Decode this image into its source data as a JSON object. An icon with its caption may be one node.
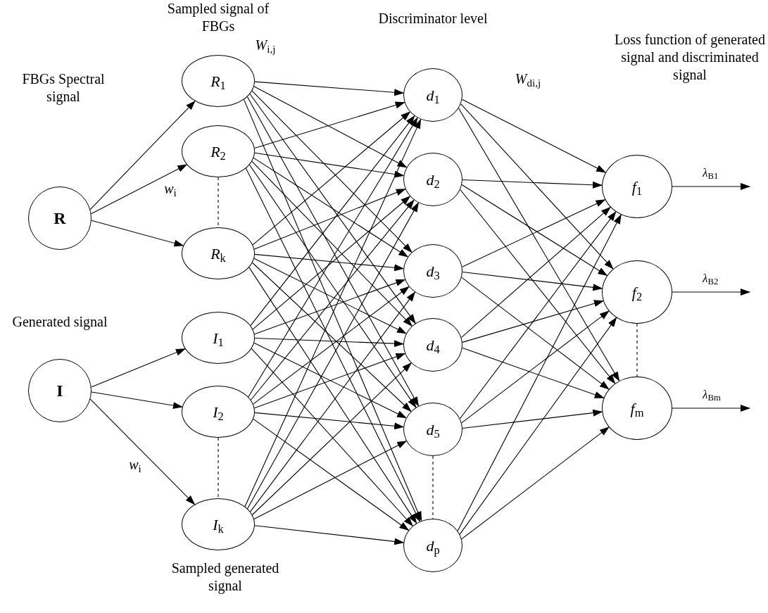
{
  "diagram": {
    "nodes": [
      {
        "text": [
          "R"
        ]
      },
      {
        "text": [
          "I"
        ]
      },
      {
        "text": [
          "*R*$_{1}$"
        ]
      },
      {
        "text": [
          "*R*$_{2}$"
        ]
      },
      {
        "text": [
          "*R*$_{k}$"
        ]
      },
      {
        "text": [
          "*I*$_{1}$"
        ]
      },
      {
        "text": [
          "*I*$_{2}$"
        ]
      },
      {
        "text": [
          "*I*$_{k}$"
        ]
      },
      {
        "text": [
          "*d*$_{1}$"
        ]
      },
      {
        "text": [
          "*d*$_{2}$"
        ]
      },
      {
        "text": [
          "*d*$_{3}$"
        ]
      },
      {
        "text": [
          "*d*$_{4}$"
        ]
      },
      {
        "text": [
          "*d*$_{5}$"
        ]
      },
      {
        "text": [
          "*d*$_{p}$"
        ]
      },
      {
        "text": [
          "*f*$_{1}$"
        ]
      },
      {
        "text": [
          "*f*$_{2}$"
        ]
      },
      {
        "text": [
          "*f*$_{m}$"
        ]
      }
    ],
    "edges": [
      {
        "from": 0,
        "to": 2,
        "arrow": "to"
      },
      {
        "from": 0,
        "to": 3,
        "arrow": "to"
      },
      {
        "from": 0,
        "to": 4,
        "arrow": "to"
      },
      {
        "from": 1,
        "to": 5,
        "arrow": "to"
      },
      {
        "from": 1,
        "to": 6,
        "arrow": "to"
      },
      {
        "from": 1,
        "to": 7,
        "arrow": "to"
      },
      {
        "from": 2,
        "to": 8,
        "arrow": "to"
      },
      {
        "from": 2,
        "to": 9,
        "arrow": "to"
      },
      {
        "from": 2,
        "to": 10,
        "arrow": "to"
      },
      {
        "from": 2,
        "to": 11,
        "arrow": "to"
      },
      {
        "from": 2,
        "to": 12,
        "arrow": "to"
      },
      {
        "from": 2,
        "to": 13,
        "arrow": "to"
      },
      {
        "from": 3,
        "to": 8,
        "arrow": "to"
      },
      {
        "from": 3,
        "to": 9,
        "arrow": "to"
      },
      {
        "from": 3,
        "to": 10,
        "arrow": "to"
      },
      {
        "from": 3,
        "to": 11,
        "arrow": "to"
      },
      {
        "from": 3,
        "to": 12,
        "arrow": "to"
      },
      {
        "from": 3,
        "to": 13,
        "arrow": "to"
      },
      {
        "from": 4,
        "to": 8,
        "arrow": "to"
      },
      {
        "from": 4,
        "to": 9,
        "arrow": "to"
      },
      {
        "from": 4,
        "to": 10,
        "arrow": "to"
      },
      {
        "from": 4,
        "to": 11,
        "arrow": "to"
      },
      {
        "from": 4,
        "to": 12,
        "arrow": "to"
      },
      {
        "from": 4,
        "to": 13,
        "arrow": "to"
      },
      {
        "from": 5,
        "to": 8,
        "arrow": "to"
      },
      {
        "from": 5,
        "to": 9,
        "arrow": "to"
      },
      {
        "from": 5,
        "to": 10,
        "arrow": "to"
      },
      {
        "from": 5,
        "to": 11,
        "arrow": "to"
      },
      {
        "from": 5,
        "to": 12,
        "arrow": "to"
      },
      {
        "from": 5,
        "to": 13,
        "arrow": "to"
      },
      {
        "from": 6,
        "to": 8,
        "arrow": "to"
      },
      {
        "from": 6,
        "to": 9,
        "arrow": "to"
      },
      {
        "from": 6,
        "to": 10,
        "arrow": "to"
      },
      {
        "from": 6,
        "to": 11,
        "arrow": "to"
      },
      {
        "from": 6,
        "to": 12,
        "arrow": "to"
      },
      {
        "from": 6,
        "to": 13,
        "arrow": "to"
      },
      {
        "from": 7,
        "to": 8,
        "arrow": "to"
      },
      {
        "from": 7,
        "to": 9,
        "arrow": "to"
      },
      {
        "from": 7,
        "to": 10,
        "arrow": "to"
      },
      {
        "from": 7,
        "to": 11,
        "arrow": "to"
      },
      {
        "from": 7,
        "to": 12,
        "arrow": "to"
      },
      {
        "from": 7,
        "to": 13,
        "arrow": "to"
      },
      {
        "from": 8,
        "to": 14,
        "arrow": "to"
      },
      {
        "from": 8,
        "to": 15,
        "arrow": "to"
      },
      {
        "from": 8,
        "to": 16,
        "arrow": "to"
      },
      {
        "from": 9,
        "to": 14,
        "arrow": "to"
      },
      {
        "from": 9,
        "to": 15,
        "arrow": "to"
      },
      {
        "from": 9,
        "to": 16,
        "arrow": "to"
      },
      {
        "from": 10,
        "to": 14,
        "arrow": "to"
      },
      {
        "from": 10,
        "to": 15,
        "arrow": "to"
      },
      {
        "from": 10,
        "to": 16,
        "arrow": "to"
      },
      {
        "from": 11,
        "to": 14,
        "arrow": "to"
      },
      {
        "from": 11,
        "to": 15,
        "arrow": "to"
      },
      {
        "from": 11,
        "to": 16,
        "arrow": "to"
      },
      {
        "from": 12,
        "to": 14,
        "arrow": "to"
      },
      {
        "from": 12,
        "to": 15,
        "arrow": "to"
      },
      {
        "from": 12,
        "to": 16,
        "arrow": "to"
      },
      {
        "from": 13,
        "to": 14,
        "arrow": "to"
      },
      {
        "from": 13,
        "to": 15,
        "arrow": "to"
      },
      {
        "from": 13,
        "to": 16,
        "arrow": "to"
      },
      {
        "from": 14,
        "to": null,
        "arrow": "to",
        "label": "*λ*$_{B1}$"
      },
      {
        "from": 15,
        "to": null,
        "arrow": "to",
        "label": "*λ*$_{B2}$"
      },
      {
        "from": 16,
        "to": null,
        "arrow": "to",
        "label": "*λ*$_{Bm}$"
      },
      {
        "from": 3,
        "to": 4,
        "arrow": "none",
        "style": "dashed"
      },
      {
        "from": 6,
        "to": 7,
        "arrow": "none",
        "style": "dashed"
      },
      {
        "from": 12,
        "to": 13,
        "arrow": "none",
        "style": "dashed"
      },
      {
        "from": 15,
        "to": 16,
        "arrow": "none",
        "style": "dashed"
      }
    ],
    "labels": [
      "FBGs Spectral signal",
      "Sampled signal of FBGs",
      "*W*$_{i,j}$",
      "Discriminator level",
      "*W*$_{di,j}$",
      "Loss function of generated signal and discriminated signal",
      "*w*$_{i}$",
      "Generated signal",
      "*w*$_{i}$",
      "Sampled generated signal"
    ]
  }
}
